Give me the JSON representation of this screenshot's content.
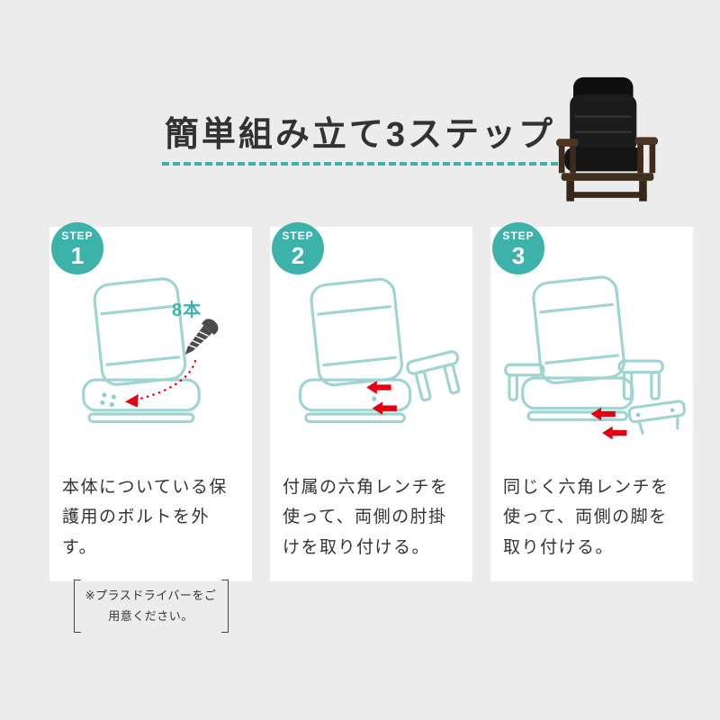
{
  "page": {
    "title": "簡単組み立て3ステップ",
    "background_color": "#ececec",
    "accent_teal": "#3cb2aa",
    "accent_red": "#e60012",
    "line_drawing_color": "#9ed5d1"
  },
  "steps": [
    {
      "label": "STEP",
      "number": "1",
      "description": "本体についている保護用のボルトを外す。",
      "note": "※プラスドライバーをご用意ください。",
      "annotation": "8本"
    },
    {
      "label": "STEP",
      "number": "2",
      "description": "付属の六角レンチを使って、両側の肘掛けを取り付ける。"
    },
    {
      "label": "STEP",
      "number": "3",
      "description": "同じく六角レンチを使って、両側の脚を取り付ける。"
    }
  ]
}
